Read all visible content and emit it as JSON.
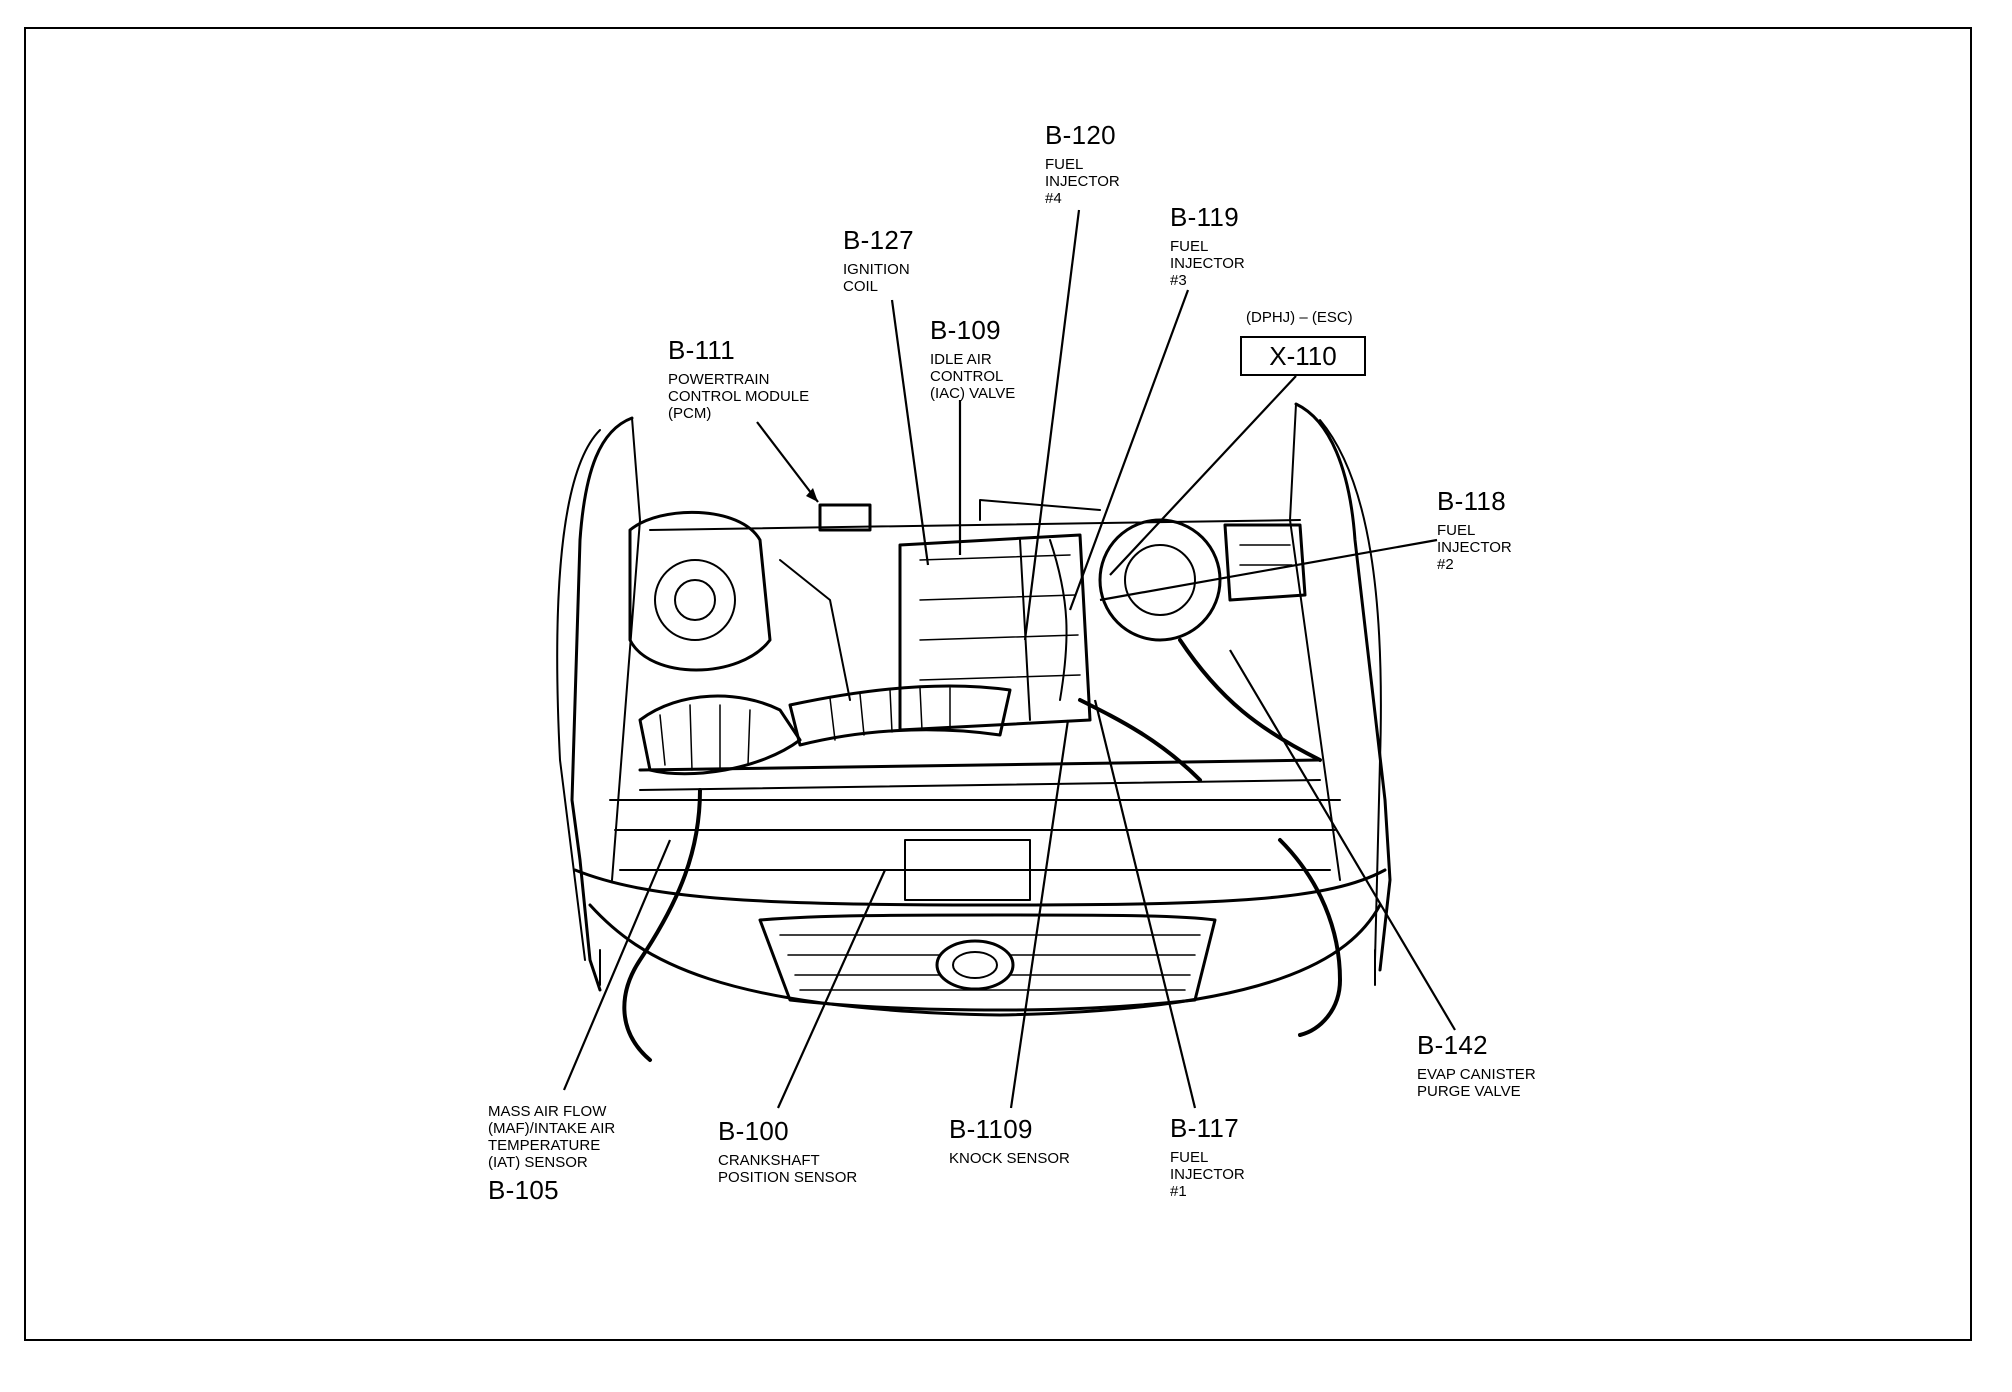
{
  "callouts": {
    "b120": {
      "code": "B-120",
      "desc": "FUEL\nINJECTOR\n#4"
    },
    "b119": {
      "code": "B-119",
      "desc": "FUEL\nINJECTOR\n#3"
    },
    "b127": {
      "code": "B-127",
      "desc": "IGNITION\nCOIL"
    },
    "b109": {
      "code": "B-109",
      "desc": "IDLE AIR\nCONTROL\n(IAC) VALVE"
    },
    "b111": {
      "code": "B-111",
      "desc": "POWERTRAIN\nCONTROL MODULE\n(PCM)"
    },
    "x110": {
      "code": "X-110",
      "note": "(DPHJ) – (ESC)"
    },
    "b118": {
      "code": "B-118",
      "desc": "FUEL\nINJECTOR\n#2"
    },
    "b142": {
      "code": "B-142",
      "desc": "EVAP CANISTER\nPURGE VALVE"
    },
    "b105": {
      "code": "B-105",
      "desc": "MASS AIR FLOW\n(MAF)/INTAKE AIR\nTEMPERATURE\n(IAT) SENSOR"
    },
    "b100": {
      "code": "B-100",
      "desc": "CRANKSHAFT\nPOSITION SENSOR"
    },
    "b1109": {
      "code": "B-1109",
      "desc": "KNOCK SENSOR"
    },
    "b117": {
      "code": "B-117",
      "desc": "FUEL\nINJECTOR\n#1"
    }
  }
}
